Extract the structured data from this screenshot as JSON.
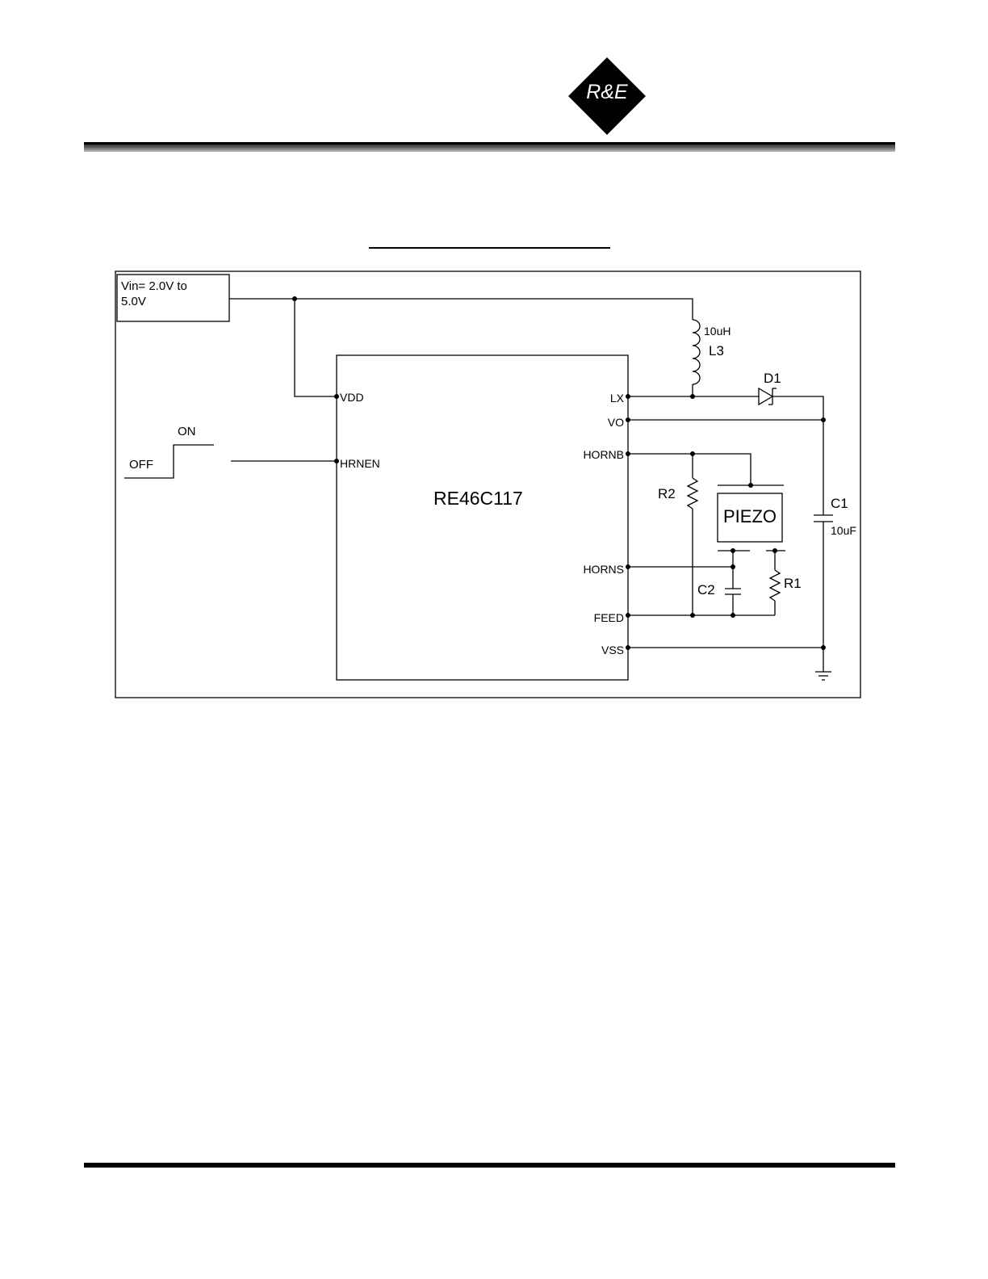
{
  "logo": {
    "text": "R&E"
  },
  "schematic": {
    "vin_line1": "Vin= 2.0V to",
    "vin_line2": "5.0V",
    "ic_name": "RE46C117",
    "pins_left": {
      "vdd": "VDD",
      "hrnen": "HRNEN"
    },
    "pins_right": {
      "lx": "LX",
      "vo": "VO",
      "hornb": "HORNB",
      "horns": "HORNS",
      "feed": "FEED",
      "vss": "VSS"
    },
    "switch": {
      "on": "ON",
      "off": "OFF"
    },
    "inductor": {
      "value": "10uH",
      "ref": "L3"
    },
    "diode": {
      "ref": "D1"
    },
    "cap1": {
      "ref": "C1",
      "value": "10uF"
    },
    "cap2": {
      "ref": "C2"
    },
    "res1": {
      "ref": "R1"
    },
    "res2": {
      "ref": "R2"
    },
    "piezo": "PIEZO"
  }
}
